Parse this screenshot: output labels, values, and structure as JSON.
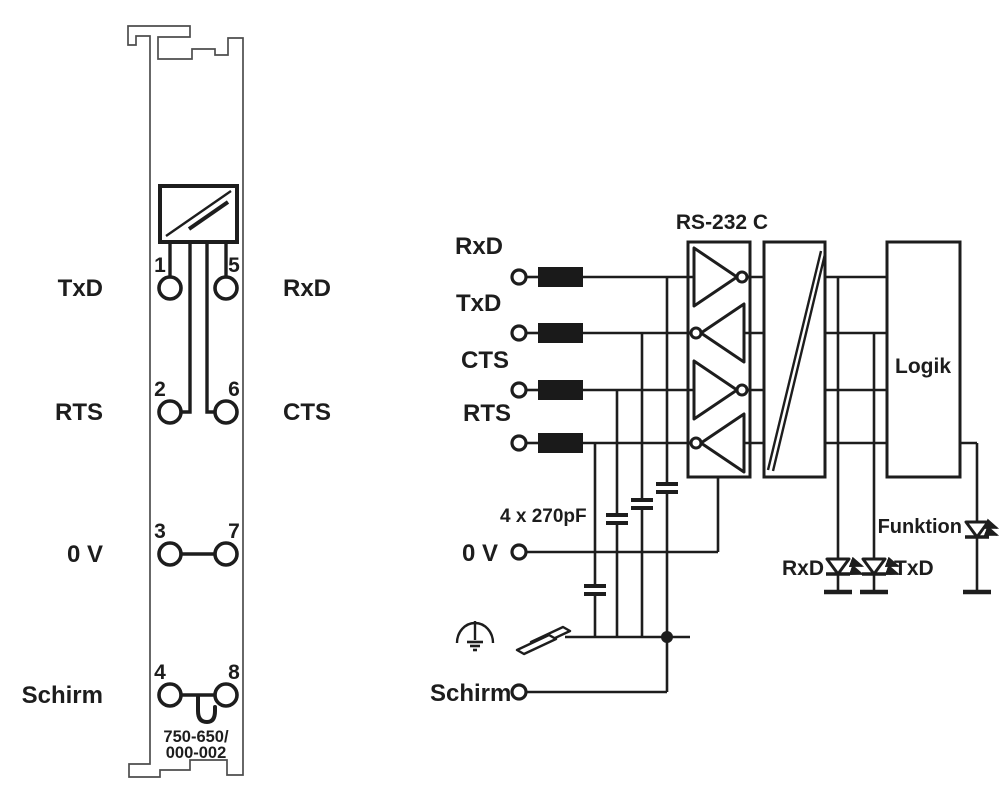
{
  "module": {
    "labels": {
      "txd": "TxD",
      "rxd": "RxD",
      "rts": "RTS",
      "cts": "CTS",
      "zero_v": "0 V",
      "schirm": "Schirm"
    },
    "pins": {
      "p1": "1",
      "p2": "2",
      "p3": "3",
      "p4": "4",
      "p5": "5",
      "p6": "6",
      "p7": "7",
      "p8": "8"
    },
    "part_number": {
      "line1": "750-650/",
      "line2": "000-002"
    }
  },
  "circuit": {
    "inputs": {
      "rxd": "RxD",
      "txd": "TxD",
      "cts": "CTS",
      "rts": "RTS"
    },
    "zero_v": "0 V",
    "schirm": "Schirm",
    "capacitors_label": "4 x 270pF",
    "driver_block": "RS-232 C",
    "logic_block": "Logik",
    "leds": {
      "rxd": "RxD",
      "txd": "TxD",
      "funktion": "Funktion"
    }
  },
  "colors": {
    "ink": "#1d1d1d",
    "outline": "#4d4d4d",
    "background": "#ffffff"
  }
}
